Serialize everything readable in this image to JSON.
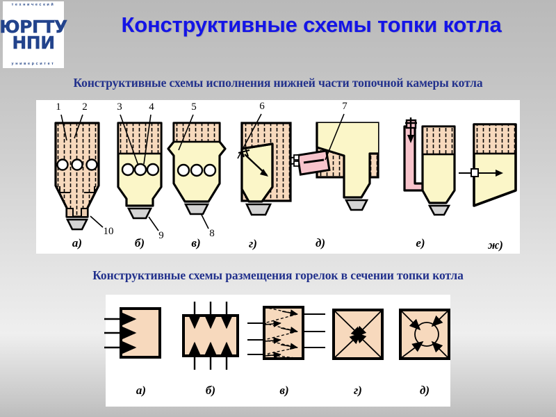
{
  "logo": {
    "top_text": "технический",
    "line1": "ЮРГТУ",
    "line2": "НПИ",
    "bottom_text": "университет"
  },
  "title": "Конструктивные схемы топки котла",
  "sections": [
    {
      "subtitle": "Конструктивные схемы исполнения нижней части топочной камеры котла",
      "figure_labels": [
        "а)",
        "б)",
        "в)",
        "г)",
        "д)",
        "е)",
        "ж)"
      ],
      "callout_numbers": [
        "1",
        "2",
        "3",
        "4",
        "5",
        "6",
        "7",
        "8",
        "9",
        "10"
      ]
    },
    {
      "subtitle": "Конструктивные схемы размещения горелок в сечении топки котла",
      "figure_labels": [
        "а)",
        "б)",
        "в)",
        "г)",
        "д)"
      ]
    }
  ],
  "colors": {
    "title_blue": "#1414e6",
    "subtitle_blue": "#22318c",
    "wall_peach": "#f7d9bd",
    "gas_cream": "#fbf6c8",
    "burner_pink": "#f8c4cc",
    "hopper_gray": "#d4d4d4",
    "outline": "#000000",
    "panel_white": "#ffffff"
  }
}
